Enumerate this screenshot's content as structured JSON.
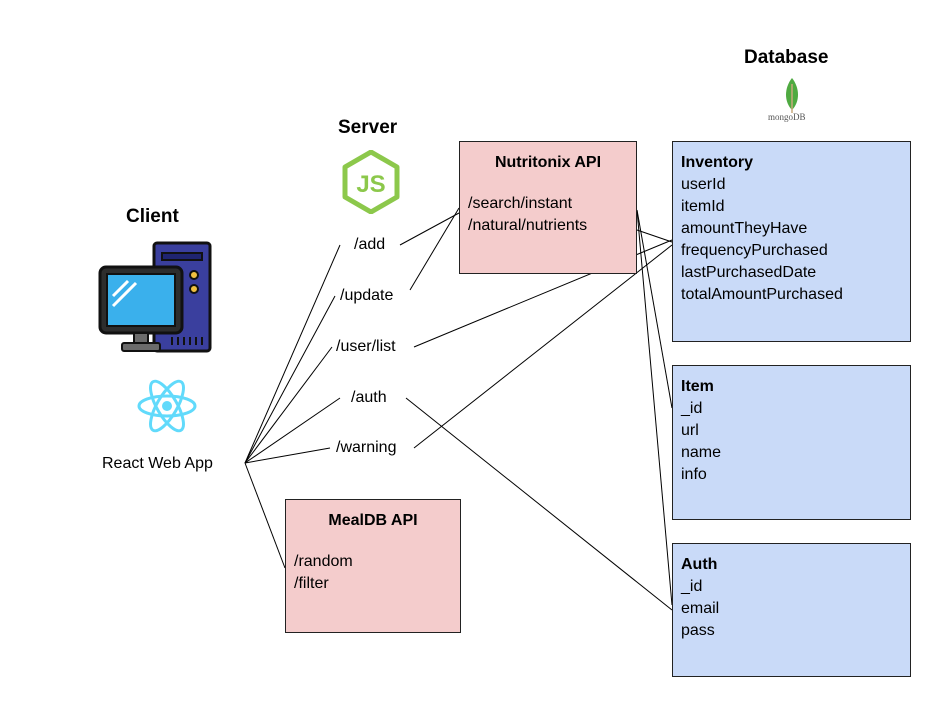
{
  "client": {
    "heading": "Client",
    "app_label": "React Web App"
  },
  "server": {
    "heading": "Server",
    "routes": [
      "/add",
      "/update",
      "/user/list",
      "/auth",
      "/warning"
    ]
  },
  "database": {
    "heading": "Database",
    "logo_text": "mongoDB",
    "tables": [
      {
        "name": "Inventory",
        "fields": [
          "userId",
          "itemId",
          "amountTheyHave",
          "frequencyPurchased",
          "lastPurchasedDate",
          "totalAmountPurchased"
        ]
      },
      {
        "name": "Item",
        "fields": [
          "_id",
          "url",
          "name",
          "info"
        ]
      },
      {
        "name": "Auth",
        "fields": [
          "_id",
          "email",
          "pass"
        ]
      }
    ]
  },
  "apis": [
    {
      "name": "Nutritonix API",
      "endpoints": [
        "/search/instant",
        "/natural/nutrients"
      ]
    },
    {
      "name": "MealDB API",
      "endpoints": [
        "/random",
        "/filter"
      ]
    }
  ],
  "colors": {
    "api_fill": "#f4cccc",
    "table_fill": "#c9daf8",
    "node_green": "#8cc84b",
    "react_blue": "#61dafb",
    "mongo_green": "#4faa41"
  },
  "icons": [
    "computer-icon",
    "react-icon",
    "nodejs-icon",
    "mongodb-leaf-icon"
  ]
}
